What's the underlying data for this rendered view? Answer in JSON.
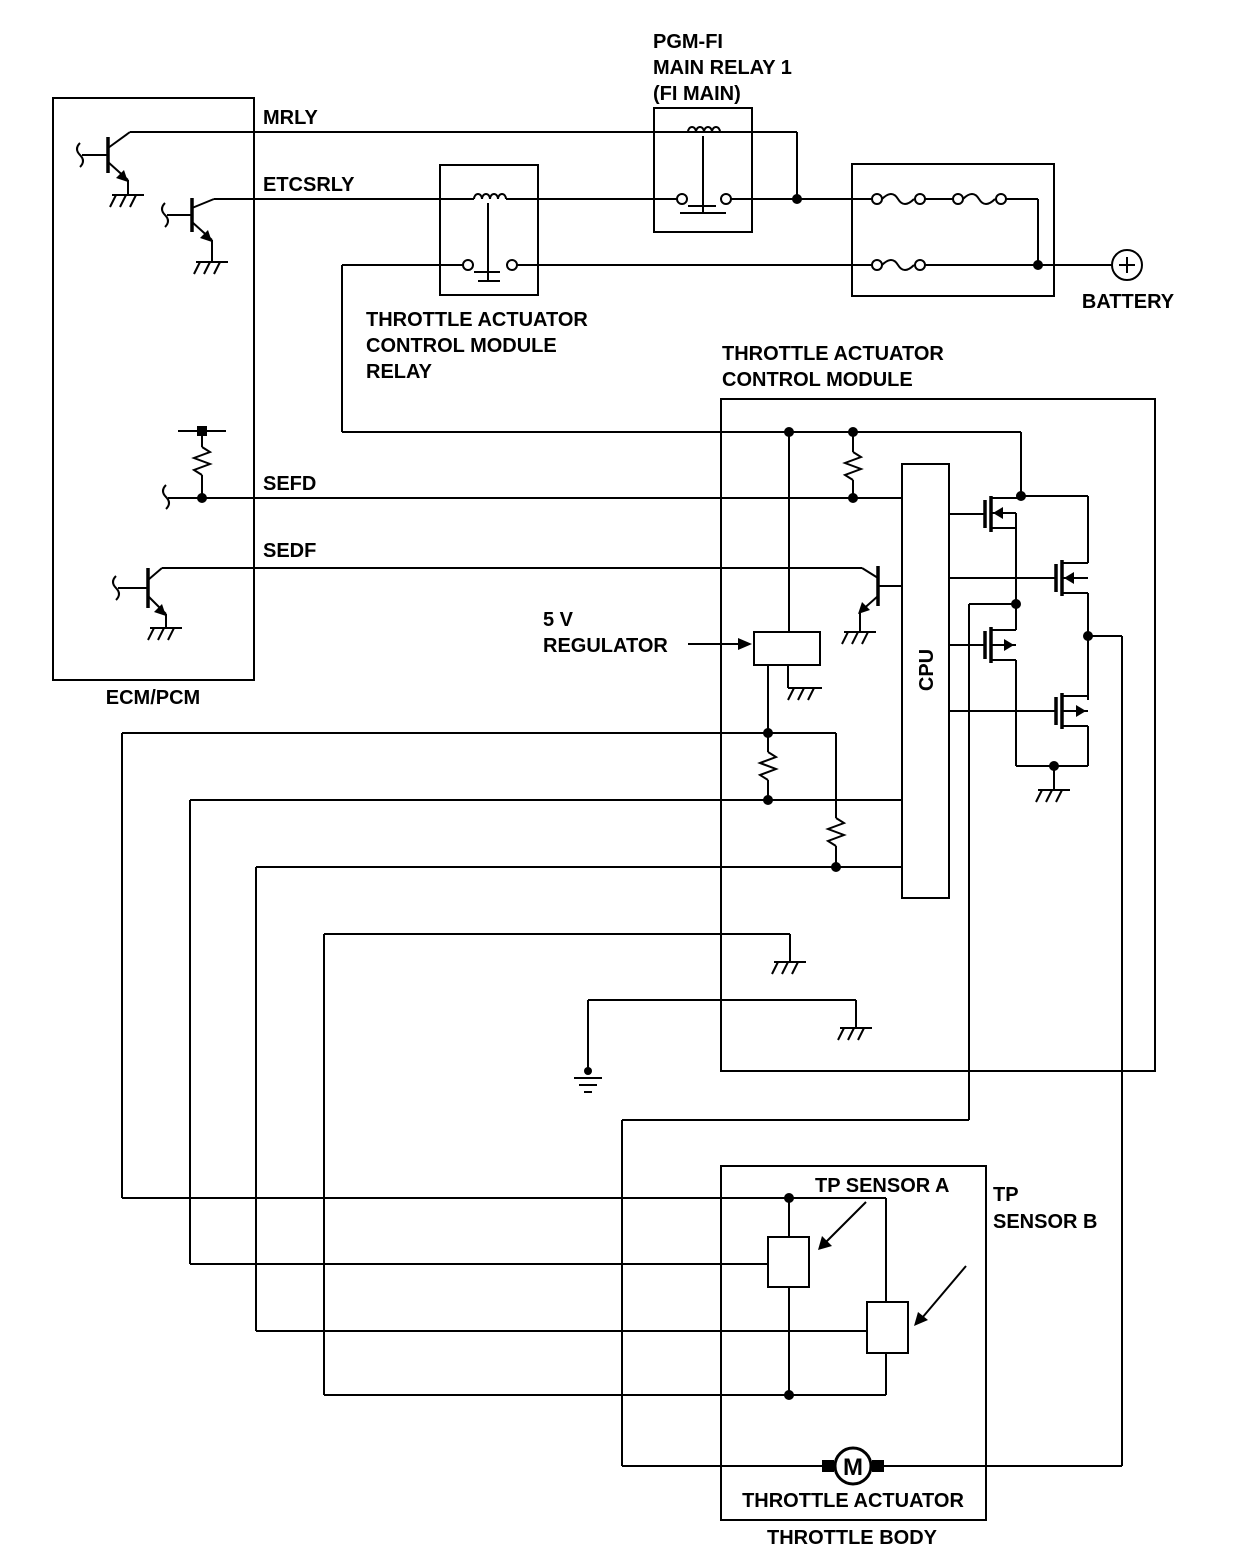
{
  "labels": {
    "pgmfi_line1": "PGM-FI",
    "pgmfi_line2": "MAIN RELAY 1",
    "pgmfi_line3": "(FI MAIN)",
    "mrly": "MRLY",
    "etcsrly": "ETCSRLY",
    "sefd": "SEFD",
    "sedf": "SEDF",
    "ecm": "ECM/PCM",
    "battery": "BATTERY",
    "tacm_relay_line1": "THROTTLE ACTUATOR",
    "tacm_relay_line2": "CONTROL MODULE",
    "tacm_relay_line3": "RELAY",
    "tacm_line1": "THROTTLE ACTUATOR",
    "tacm_line2": "CONTROL MODULE",
    "regulator_line1": "5 V",
    "regulator_line2": "REGULATOR",
    "cpu": "CPU",
    "tp_sensor_a": "TP SENSOR A",
    "tp_sensor_b_line1": "TP",
    "tp_sensor_b_line2": "SENSOR B",
    "motor": "M",
    "throttle_actuator": "THROTTLE ACTUATOR",
    "throttle_body": "THROTTLE BODY"
  }
}
